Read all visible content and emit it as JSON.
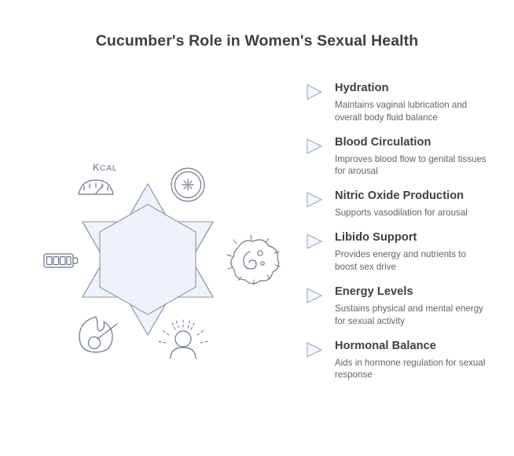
{
  "page": {
    "title": "Cucumber's Role in Women's Sexual Health",
    "background_color": "#ffffff"
  },
  "colors": {
    "shape_fill": "#eef2fa",
    "shape_stroke": "#8b97aa",
    "icon_stroke": "#6b7689",
    "title_color": "#3c4043",
    "body_color": "#60646b",
    "marker_stroke": "#aab6c8",
    "marker_fill": "#f4f7fc"
  },
  "diagram": {
    "name": "hexagon-star-diagram",
    "center_shape": "hexagon",
    "segments": [
      {
        "position": "top-left",
        "icon": "kcal-gauge-icon",
        "icon_label": "Kcal"
      },
      {
        "position": "top-right",
        "icon": "burst-circle-icon",
        "icon_label": ""
      },
      {
        "position": "left",
        "icon": "battery-icon",
        "icon_label": ""
      },
      {
        "position": "right",
        "icon": "cell-molecule-icon",
        "icon_label": ""
      },
      {
        "position": "bottom-left",
        "icon": "flame-icon",
        "icon_label": ""
      },
      {
        "position": "bottom-right",
        "icon": "radiant-person-icon",
        "icon_label": ""
      }
    ]
  },
  "features": [
    {
      "marker_icon": "triangle-right-icon",
      "title": "Hydration",
      "description": "Maintains vaginal lubrication and overall body fluid balance"
    },
    {
      "marker_icon": "triangle-right-icon",
      "title": "Blood Circulation",
      "description": "Improves blood flow to genital tissues for arousal"
    },
    {
      "marker_icon": "triangle-right-icon",
      "title": "Nitric Oxide Production",
      "description": "Supports vasodilation for arousal"
    },
    {
      "marker_icon": "triangle-right-icon",
      "title": "Libido Support",
      "description": "Provides energy and nutrients to boost sex drive"
    },
    {
      "marker_icon": "triangle-right-icon",
      "title": "Energy Levels",
      "description": "Sustains physical and mental energy for sexual activity"
    },
    {
      "marker_icon": "triangle-right-icon",
      "title": "Hormonal Balance",
      "description": "Aids in hormone regulation for sexual response"
    }
  ]
}
